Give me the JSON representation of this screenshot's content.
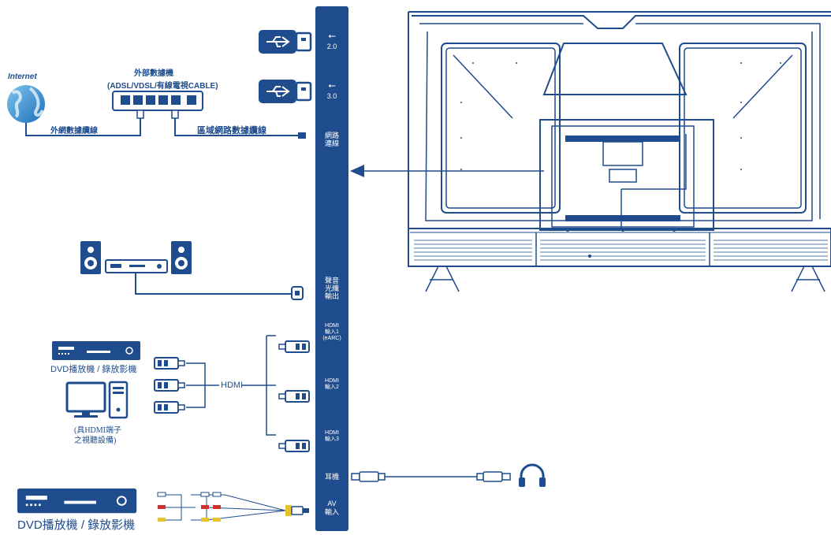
{
  "colors": {
    "primary": "#1e4c8c",
    "background": "#ffffff",
    "cable": "#1e4c8c",
    "red_plug": "#d0312d",
    "yellow_plug": "#e8c22a"
  },
  "panel": {
    "ports": {
      "usb_1": {
        "icon": "usb-symbol-icon",
        "label": "2.0"
      },
      "usb_2": {
        "icon": "usb-symbol-icon",
        "label": "3.0"
      },
      "lan": {
        "line1": "網路",
        "line2": "連線"
      },
      "optical": {
        "line1": "聲音",
        "line2": "光纖",
        "line3": "輸出"
      },
      "hdmi1": {
        "line1": "HDMI",
        "line2": "輸入1",
        "line3": "(eARC)"
      },
      "hdmi2": {
        "line1": "HDMI",
        "line2": "輸入2"
      },
      "hdmi3": {
        "line1": "HDMI",
        "line2": "輸入3"
      },
      "headphone": {
        "label": "耳機"
      },
      "av": {
        "line1": "AV",
        "line2": "輸入"
      }
    }
  },
  "network": {
    "internet_label": "Internet",
    "modem_title": "外部數據機",
    "modem_subtitle": "(ADSL/VDSL/有線電視CABLE)",
    "wan_cable_label": "外網數據纜線",
    "lan_cable_label": "區域網路數據纜線"
  },
  "hdmi_section": {
    "dvd_label": "DVD播放機 / 錄放影機",
    "pc_label_line1": "(具HDMI端子",
    "pc_label_line2": "之視聽設備)",
    "hdmi_label": "HDMI"
  },
  "av_section": {
    "dvd_label": "DVD播放機 / 錄放影機"
  }
}
